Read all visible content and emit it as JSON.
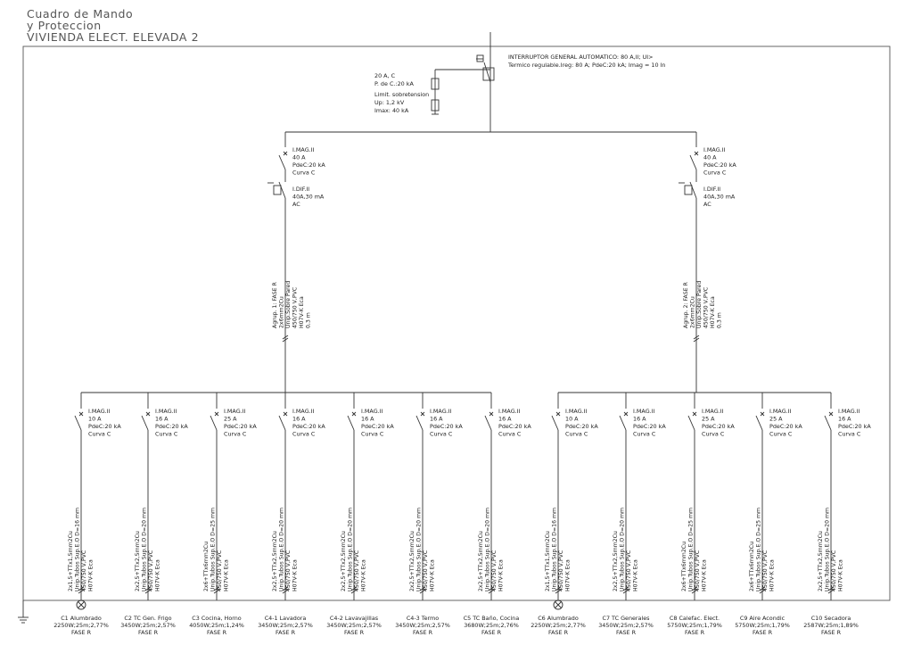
{
  "title": [
    "Cuadro de Mando",
    "y Proteccion",
    "VIVIENDA ELECT. ELEVADA 2"
  ],
  "main_breaker": [
    "INTERRUPTOR GENERAL AUTOMATICO: 80 A,II; UI>",
    "Termico regulable.Ireg: 80 A; PdeC:20 kA; Imag = 10 In"
  ],
  "surge": [
    "20 A, C",
    "P. de C.:20 kA",
    "Limit. sobretension",
    "Up: 1,2 kV",
    "Imax: 40 kA"
  ],
  "groups": [
    {
      "mag": [
        "I.MAG.II",
        "40 A",
        "PdeC:20 kA",
        "Curva C"
      ],
      "dif": [
        "I.DIF.II",
        "40A,30 mA",
        "AC"
      ],
      "cable": [
        "Agrup. 1: FASE R",
        "2x6mm2Cu",
        "Unip.Sobre Pared",
        "450/750 V,PVC",
        "H07V-K Eca",
        "0,3 m"
      ]
    },
    {
      "mag": [
        "I.MAG.II",
        "40 A",
        "PdeC:20 kA",
        "Curva C"
      ],
      "dif": [
        "I.DIF.II",
        "40A,30 mA",
        "AC"
      ],
      "cable": [
        "Agrup. 2: FASE R",
        "2x6mm2Cu",
        "Unip.Sobre Pared",
        "450/750 V,PVC",
        "H07V-K Eca",
        "0,3 m"
      ]
    }
  ],
  "circuits": [
    {
      "mag": [
        "I.MAG.II",
        "10 A",
        "PdeC:20 kA",
        "Curva C"
      ],
      "cable": [
        "2x1,5+TTx1,5mm2Cu",
        "Unip.Tubos Sup.E.O D=16 mm",
        "450/750 V,PVC",
        "H07V-K Eca"
      ],
      "name": "C1 Alumbrado",
      "load": "2250W;25m;2,77%",
      "phase": "FASE R",
      "lamp": true
    },
    {
      "mag": [
        "I.MAG.II",
        "16 A",
        "PdeC:20 kA",
        "Curva C"
      ],
      "cable": [
        "2x2,5+TTx2,5mm2Cu",
        "Unip.Tubos Sup.E.O D=20 mm",
        "450/750 V,PVC",
        "H07V-K Eca"
      ],
      "name": "C2 TC Gen. Frigo",
      "load": "3450W;25m;2,57%",
      "phase": "FASE R",
      "lamp": false
    },
    {
      "mag": [
        "I.MAG.II",
        "25 A",
        "PdeC:20 kA",
        "Curva C"
      ],
      "cable": [
        "2x6+TTx6mm2Cu",
        "Unip.Tubos Sup.E.O D=25 mm",
        "450/750 V,PVC",
        "H07V-K Eca"
      ],
      "name": "C3 Cocina, Horno",
      "load": "4050W;25m;1,24%",
      "phase": "FASE R",
      "lamp": false
    },
    {
      "mag": [
        "I.MAG.II",
        "16 A",
        "PdeC:20 kA",
        "Curva C"
      ],
      "cable": [
        "2x2,5+TTx2,5mm2Cu",
        "Unip.Tubos Sup.E.O D=20 mm",
        "450/750 V,PVC",
        "H07V-K Eca"
      ],
      "name": "C4-1 Lavadora",
      "load": "3450W;25m;2,57%",
      "phase": "FASE R",
      "lamp": false
    },
    {
      "mag": [
        "I.MAG.II",
        "16 A",
        "PdeC:20 kA",
        "Curva C"
      ],
      "cable": [
        "2x2,5+TTx2,5mm2Cu",
        "Unip.Tubos Sup.E.O D=20 mm",
        "450/750 V,PVC",
        "H07V-K Eca"
      ],
      "name": "C4-2 Lavavajillas",
      "load": "3450W;25m;2,57%",
      "phase": "FASE R",
      "lamp": false
    },
    {
      "mag": [
        "I.MAG.II",
        "16 A",
        "PdeC:20 kA",
        "Curva C"
      ],
      "cable": [
        "2x2,5+TTx2,5mm2Cu",
        "Unip.Tubos Sup.E.O D=20 mm",
        "450/750 V,PVC",
        "H07V-K Eca"
      ],
      "name": "C4-3 Termo",
      "load": "3450W;25m;2,57%",
      "phase": "FASE R",
      "lamp": false
    },
    {
      "mag": [
        "I.MAG.II",
        "16 A",
        "PdeC:20 kA",
        "Curva C"
      ],
      "cable": [
        "2x2,5+TTx2,5mm2Cu",
        "Unip.Tubos Sup.E.O D=20 mm",
        "450/750 V,PVC",
        "H07V-K Eca"
      ],
      "name": "C5 TC Baño, Cocina",
      "load": "3680W;25m;2,76%",
      "phase": "FASE R",
      "lamp": false
    },
    {
      "mag": [
        "I.MAG.II",
        "10 A",
        "PdeC:20 kA",
        "Curva C"
      ],
      "cable": [
        "2x1,5+TTx1,5mm2Cu",
        "Unip.Tubos Sup.E.O D=16 mm",
        "450/750 V,PVC",
        "H07V-K Eca"
      ],
      "name": "C6 Alumbrado",
      "load": "2250W;25m;2,77%",
      "phase": "FASE R",
      "lamp": true
    },
    {
      "mag": [
        "I.MAG.II",
        "16 A",
        "PdeC:20 kA",
        "Curva C"
      ],
      "cable": [
        "2x2,5+TTx2,5mm2Cu",
        "Unip.Tubos Sup.E.O D=20 mm",
        "450/750 V,PVC",
        "H07V-K Eca"
      ],
      "name": "C7 TC Generales",
      "load": "3450W;25m;2,57%",
      "phase": "FASE R",
      "lamp": false
    },
    {
      "mag": [
        "I.MAG.II",
        "25 A",
        "PdeC:20 kA",
        "Curva C"
      ],
      "cable": [
        "2x6+TTx6mm2Cu",
        "Unip.Tubos Sup.E.O D=25 mm",
        "450/750 V,PVC",
        "H07V-K Eca"
      ],
      "name": "C8 Calefac. Elect.",
      "load": "5750W;25m;1,79%",
      "phase": "FASE R",
      "lamp": false
    },
    {
      "mag": [
        "I.MAG.II",
        "25 A",
        "PdeC:20 kA",
        "Curva C"
      ],
      "cable": [
        "2x6+TTx6mm2Cu",
        "Unip.Tubos Sup.E.O D=25 mm",
        "450/750 V,PVC",
        "H07V-K Eca"
      ],
      "name": "C9 Aire Acondic",
      "load": "5750W;25m;1,79%",
      "phase": "FASE R",
      "lamp": false
    },
    {
      "mag": [
        "I.MAG.II",
        "16 A",
        "PdeC:20 kA",
        "Curva C"
      ],
      "cable": [
        "2x2,5+TTx2,5mm2Cu",
        "Unip.Tubos Sup.E.O D=20 mm",
        "450/750 V,PVC",
        "H07V-K Eca"
      ],
      "name": "C10 Secadora",
      "load": "2587W;25m;1,89%",
      "phase": "FASE R",
      "lamp": false
    }
  ]
}
